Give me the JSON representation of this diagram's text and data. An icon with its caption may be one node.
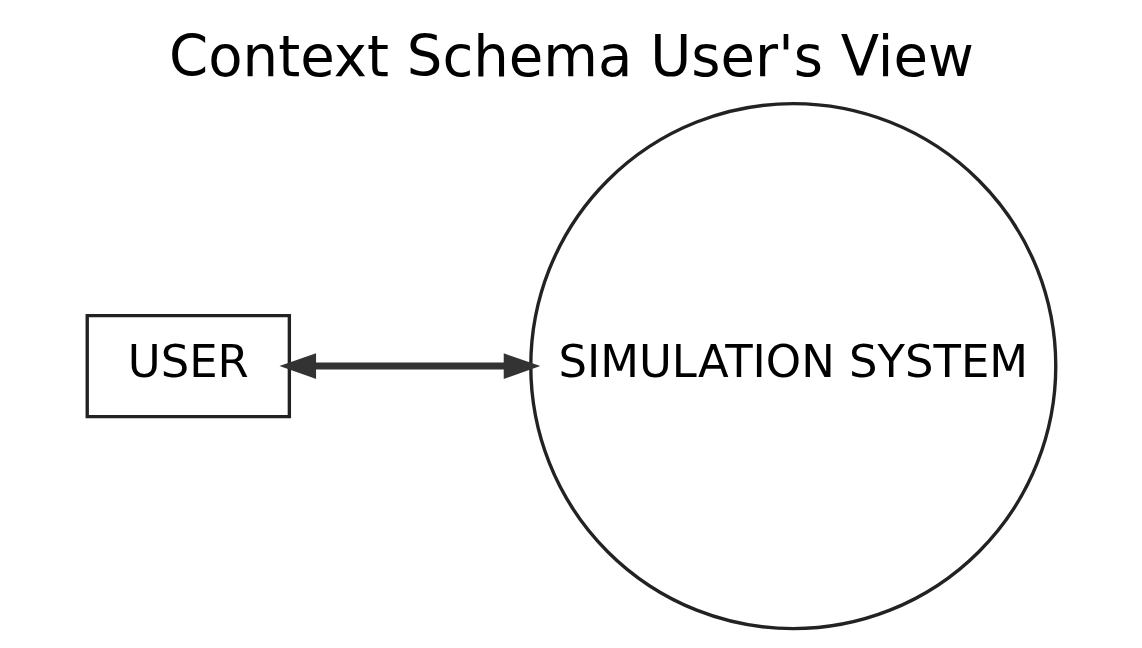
{
  "diagram": {
    "title": "Context Schema User's View",
    "nodes": [
      {
        "text": [
          "USER"
        ]
      },
      {
        "text": [
          "SIMULATION SYSTEM"
        ]
      }
    ],
    "edges": [
      {
        "from": 0,
        "to": 1,
        "arrow": "both"
      }
    ]
  }
}
